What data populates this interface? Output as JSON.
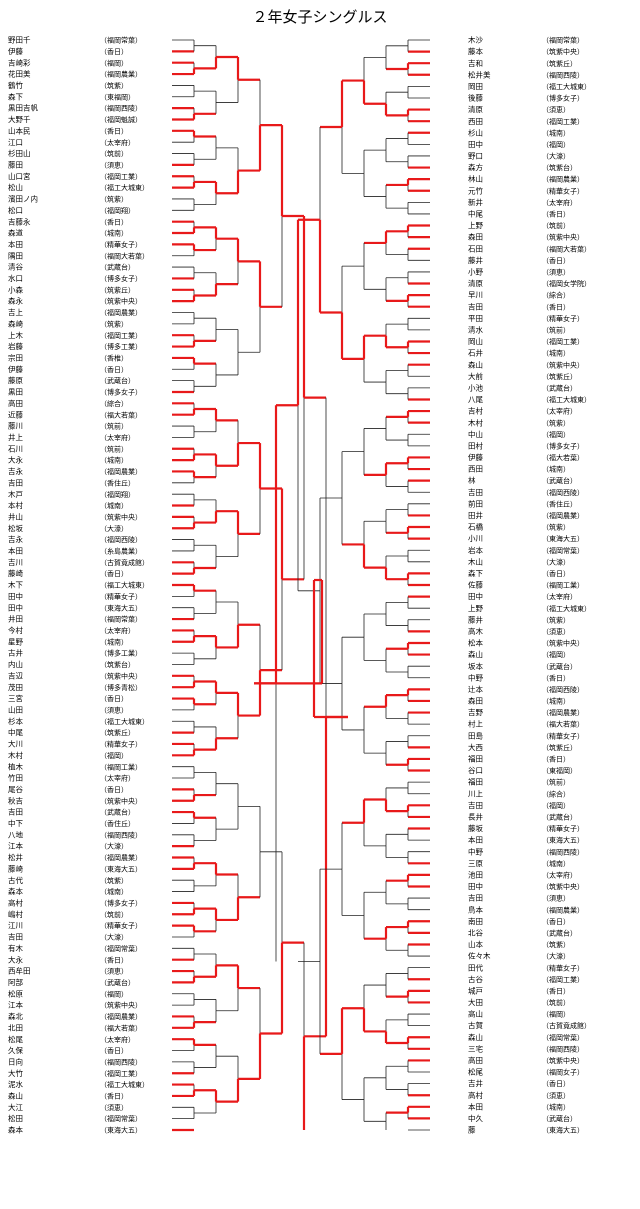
{
  "title": "２年女子シングルス",
  "line_colors": {
    "winner": "#e8191a",
    "normal": "#222222"
  },
  "left_players": [
    {
      "name": "野田千",
      "team": "福岡常葉"
    },
    {
      "name": "伊藤",
      "team": "香日"
    },
    {
      "name": "吉崎彩",
      "team": "福岡"
    },
    {
      "name": "花田美",
      "team": "福岡農業"
    },
    {
      "name": "鶴竹",
      "team": "筑紫"
    },
    {
      "name": "森下",
      "team": "東福岡"
    },
    {
      "name": "黒田吉帆",
      "team": "福岡西陵"
    },
    {
      "name": "大野千",
      "team": "福岡魁誠"
    },
    {
      "name": "山本民",
      "team": "香日"
    },
    {
      "name": "江口",
      "team": "太宰府"
    },
    {
      "name": "杉田山",
      "team": "筑前"
    },
    {
      "name": "藤田",
      "team": "須恵"
    },
    {
      "name": "山口宮",
      "team": "福岡工業"
    },
    {
      "name": "松山",
      "team": "福工大城東"
    },
    {
      "name": "濱田ノ内",
      "team": "筑紫"
    },
    {
      "name": "松口",
      "team": "福岡翔"
    },
    {
      "name": "吉藤永",
      "team": "香日"
    },
    {
      "name": "森道",
      "team": "城南"
    },
    {
      "name": "本田",
      "team": "精華女子"
    },
    {
      "name": "隅田",
      "team": "福岡大若葉"
    },
    {
      "name": "清谷",
      "team": "武蔵台"
    },
    {
      "name": "水口",
      "team": "博多女子"
    },
    {
      "name": "小森",
      "team": "筑紫丘"
    },
    {
      "name": "森永",
      "team": "筑紫中央"
    },
    {
      "name": "吉上",
      "team": "福岡農業"
    },
    {
      "name": "森崎",
      "team": "筑紫"
    },
    {
      "name": "上木",
      "team": "福岡工業"
    },
    {
      "name": "岩藤",
      "team": "博多工業"
    },
    {
      "name": "宗田",
      "team": "香椎"
    },
    {
      "name": "伊藤",
      "team": "香日"
    },
    {
      "name": "藤原",
      "team": "武蔵台"
    },
    {
      "name": "黒田",
      "team": "博多女子"
    },
    {
      "name": "高田",
      "team": "綜合"
    },
    {
      "name": "近藤",
      "team": "福大若葉"
    },
    {
      "name": "藤川",
      "team": "筑前"
    },
    {
      "name": "井上",
      "team": "太宰府"
    },
    {
      "name": "石川",
      "team": "筑前"
    },
    {
      "name": "大永",
      "team": "城南"
    },
    {
      "name": "吉永",
      "team": "福岡農業"
    },
    {
      "name": "吉田",
      "team": "香住丘"
    },
    {
      "name": "木戸",
      "team": "福岡翔"
    },
    {
      "name": "本村",
      "team": "城南"
    },
    {
      "name": "井山",
      "team": "筑紫中央"
    },
    {
      "name": "松坂",
      "team": "大濠"
    },
    {
      "name": "吉永",
      "team": "福岡西陵"
    },
    {
      "name": "本田",
      "team": "糸島農業"
    },
    {
      "name": "吉川",
      "team": "古賀竟成館"
    },
    {
      "name": "藤崎",
      "team": "香日"
    },
    {
      "name": "木下",
      "team": "福工大城東"
    },
    {
      "name": "田中",
      "team": "精華女子"
    },
    {
      "name": "田中",
      "team": "東海大五"
    },
    {
      "name": "井田",
      "team": "福岡常葉"
    },
    {
      "name": "今村",
      "team": "太宰府"
    },
    {
      "name": "星野",
      "team": "城南"
    },
    {
      "name": "古井",
      "team": "博多工業"
    },
    {
      "name": "内山",
      "team": "筑紫台"
    },
    {
      "name": "吉辺",
      "team": "筑紫中央"
    },
    {
      "name": "茂田",
      "team": "博多青松"
    },
    {
      "name": "三宮",
      "team": "香日"
    },
    {
      "name": "山田",
      "team": "須恵"
    },
    {
      "name": "杉本",
      "team": "福工大城東"
    },
    {
      "name": "中尾",
      "team": "筑紫丘"
    },
    {
      "name": "大川",
      "team": "精華女子"
    },
    {
      "name": "木村",
      "team": "福岡"
    },
    {
      "name": "植木",
      "team": "福岡工業"
    },
    {
      "name": "竹田",
      "team": "太宰府"
    },
    {
      "name": "尾谷",
      "team": "香日"
    },
    {
      "name": "秋吉",
      "team": "筑紫中央"
    },
    {
      "name": "吉田",
      "team": "武蔵台"
    },
    {
      "name": "中下",
      "team": "香住丘"
    },
    {
      "name": "八地",
      "team": "福岡西陵"
    },
    {
      "name": "江本",
      "team": "大濠"
    },
    {
      "name": "松井",
      "team": "福岡農業"
    },
    {
      "name": "藤崎",
      "team": "東海大五"
    },
    {
      "name": "古代",
      "team": "筑紫"
    },
    {
      "name": "森本",
      "team": "城南"
    },
    {
      "name": "高村",
      "team": "博多女子"
    },
    {
      "name": "嶋村",
      "team": "筑前"
    },
    {
      "name": "江川",
      "team": "精華女子"
    },
    {
      "name": "吉田",
      "team": "大濠"
    },
    {
      "name": "有木",
      "team": "福岡常葉"
    },
    {
      "name": "大永",
      "team": "香日"
    },
    {
      "name": "西牟田",
      "team": "須恵"
    },
    {
      "name": "阿部",
      "team": "武蔵台"
    },
    {
      "name": "松原",
      "team": "福岡"
    },
    {
      "name": "江本",
      "team": "筑紫中央"
    },
    {
      "name": "森北",
      "team": "福岡農業"
    },
    {
      "name": "北田",
      "team": "福大若葉"
    },
    {
      "name": "松尾",
      "team": "太宰府"
    },
    {
      "name": "久保",
      "team": "香日"
    },
    {
      "name": "日向",
      "team": "福岡西陵"
    },
    {
      "name": "大竹",
      "team": "福岡工業"
    },
    {
      "name": "泥水",
      "team": "福工大城東"
    },
    {
      "name": "森山",
      "team": "香日"
    },
    {
      "name": "大江",
      "team": "須恵"
    },
    {
      "name": "松田",
      "team": "福岡常葉"
    },
    {
      "name": "森本",
      "team": "東海大五"
    }
  ],
  "right_players": [
    {
      "name": "木沙",
      "team": "福岡常葉"
    },
    {
      "name": "藤本",
      "team": "筑紫中央"
    },
    {
      "name": "吉和",
      "team": "筑紫丘"
    },
    {
      "name": "松井美",
      "team": "福岡西陵"
    },
    {
      "name": "岡田",
      "team": "福工大城東"
    },
    {
      "name": "後藤",
      "team": "博多女子"
    },
    {
      "name": "清原",
      "team": "須恵"
    },
    {
      "name": "西田",
      "team": "福岡工業"
    },
    {
      "name": "杉山",
      "team": "城南"
    },
    {
      "name": "田中",
      "team": "福岡"
    },
    {
      "name": "野口",
      "team": "大濠"
    },
    {
      "name": "森方",
      "team": "筑紫台"
    },
    {
      "name": "林山",
      "team": "福岡農業"
    },
    {
      "name": "元竹",
      "team": "精華女子"
    },
    {
      "name": "新井",
      "team": "太宰府"
    },
    {
      "name": "中尾",
      "team": "香日"
    },
    {
      "name": "上野",
      "team": "筑前"
    },
    {
      "name": "森田",
      "team": "筑紫中央"
    },
    {
      "name": "石田",
      "team": "福岡大若葉"
    },
    {
      "name": "藤井",
      "team": "香日"
    },
    {
      "name": "小野",
      "team": "須恵"
    },
    {
      "name": "清原",
      "team": "福岡女学院"
    },
    {
      "name": "早川",
      "team": "綜合"
    },
    {
      "name": "吉田",
      "team": "香日"
    },
    {
      "name": "平田",
      "team": "精華女子"
    },
    {
      "name": "清水",
      "team": "筑前"
    },
    {
      "name": "岡山",
      "team": "福岡工業"
    },
    {
      "name": "石井",
      "team": "城南"
    },
    {
      "name": "森山",
      "team": "筑紫中央"
    },
    {
      "name": "大前",
      "team": "筑紫丘"
    },
    {
      "name": "小池",
      "team": "武蔵台"
    },
    {
      "name": "八尾",
      "team": "福工大城東"
    },
    {
      "name": "吉村",
      "team": "太宰府"
    },
    {
      "name": "木村",
      "team": "筑紫"
    },
    {
      "name": "中山",
      "team": "福岡"
    },
    {
      "name": "田村",
      "team": "博多女子"
    },
    {
      "name": "伊藤",
      "team": "福大若葉"
    },
    {
      "name": "西田",
      "team": "城南"
    },
    {
      "name": "林",
      "team": "武蔵台"
    },
    {
      "name": "吉田",
      "team": "福岡西陵"
    },
    {
      "name": "前田",
      "team": "香住丘"
    },
    {
      "name": "田井",
      "team": "福岡農業"
    },
    {
      "name": "石橋",
      "team": "筑紫"
    },
    {
      "name": "小川",
      "team": "東海大五"
    },
    {
      "name": "岩本",
      "team": "福岡常葉"
    },
    {
      "name": "木山",
      "team": "大濠"
    },
    {
      "name": "森下",
      "team": "香日"
    },
    {
      "name": "佐藤",
      "team": "福岡工業"
    },
    {
      "name": "田中",
      "team": "太宰府"
    },
    {
      "name": "上野",
      "team": "福工大城東"
    },
    {
      "name": "藤井",
      "team": "筑紫"
    },
    {
      "name": "高木",
      "team": "須恵"
    },
    {
      "name": "松本",
      "team": "筑紫中央"
    },
    {
      "name": "森山",
      "team": "福岡"
    },
    {
      "name": "坂本",
      "team": "武蔵台"
    },
    {
      "name": "中野",
      "team": "香日"
    },
    {
      "name": "辻本",
      "team": "福岡西陵"
    },
    {
      "name": "森田",
      "team": "城南"
    },
    {
      "name": "吉野",
      "team": "福岡農業"
    },
    {
      "name": "村上",
      "team": "福大若葉"
    },
    {
      "name": "田島",
      "team": "精華女子"
    },
    {
      "name": "大西",
      "team": "筑紫丘"
    },
    {
      "name": "福田",
      "team": "香日"
    },
    {
      "name": "谷口",
      "team": "東福岡"
    },
    {
      "name": "福田",
      "team": "筑前"
    },
    {
      "name": "川上",
      "team": "綜合"
    },
    {
      "name": "吉田",
      "team": "福岡"
    },
    {
      "name": "長井",
      "team": "武蔵台"
    },
    {
      "name": "藤坂",
      "team": "精華女子"
    },
    {
      "name": "本田",
      "team": "東海大五"
    },
    {
      "name": "中野",
      "team": "福岡西陵"
    },
    {
      "name": "三原",
      "team": "城南"
    },
    {
      "name": "池田",
      "team": "太宰府"
    },
    {
      "name": "田中",
      "team": "筑紫中央"
    },
    {
      "name": "吉田",
      "team": "須恵"
    },
    {
      "name": "鳥本",
      "team": "福岡農業"
    },
    {
      "name": "南田",
      "team": "香日"
    },
    {
      "name": "北谷",
      "team": "武蔵台"
    },
    {
      "name": "山本",
      "team": "筑紫"
    },
    {
      "name": "佐々木",
      "team": "大濠"
    },
    {
      "name": "田代",
      "team": "精華女子"
    },
    {
      "name": "古谷",
      "team": "福岡工業"
    },
    {
      "name": "城戸",
      "team": "香日"
    },
    {
      "name": "大田",
      "team": "筑前"
    },
    {
      "name": "高山",
      "team": "福岡"
    },
    {
      "name": "古賀",
      "team": "古賀竟成館"
    },
    {
      "name": "森山",
      "team": "福岡常葉"
    },
    {
      "name": "三宅",
      "team": "福岡西陵"
    },
    {
      "name": "高田",
      "team": "筑紫中央"
    },
    {
      "name": "松尾",
      "team": "福岡女子"
    },
    {
      "name": "吉井",
      "team": "香日"
    },
    {
      "name": "高村",
      "team": "須恵"
    },
    {
      "name": "本田",
      "team": "城南"
    },
    {
      "name": "中久",
      "team": "武蔵台"
    },
    {
      "name": "藤",
      "team": "東海大五"
    }
  ]
}
